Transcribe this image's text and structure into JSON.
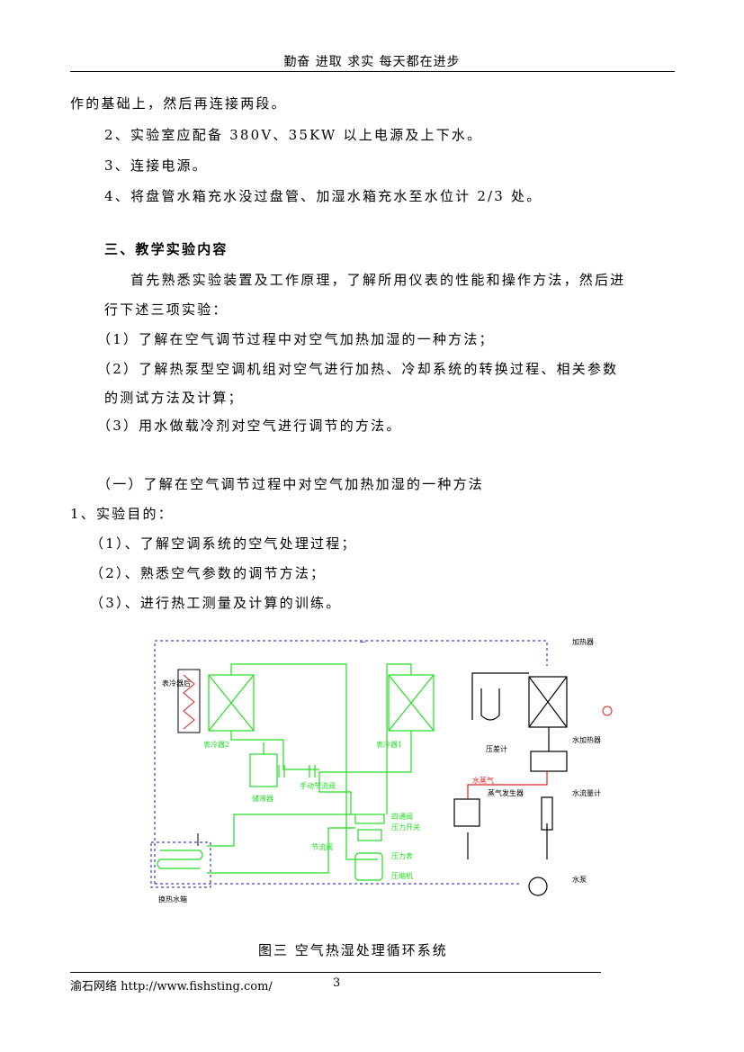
{
  "header": {
    "motto": "勤奋  进取  求实  每天都在进步"
  },
  "body_lines": [
    "作的基础上，然后再连接两段。",
    "2、实验室应配备 380V、35KW 以上电源及上下水。",
    "3、连接电源。",
    "4、将盘管水箱充水没过盘管、加湿水箱充水至水位计 2/3 处。"
  ],
  "section3": {
    "heading": "三、教学实验内容",
    "intro_line1": "首先熟悉实验装置及工作原理，了解所用仪表的性能和操作方法，然后进",
    "intro_line2": "行下述三项实验：",
    "item1": "（1）了解在空气调节过程中对空气加热加湿的一种方法；",
    "item2_line1": "（2）了解热泵型空调机组对空气进行加热、冷却系统的转换过程、相关参数",
    "item2_line2": "的测试方法及计算；",
    "item3": "（3）用水做载冷剂对空气进行调节的方法。"
  },
  "subsection": {
    "title": "（一）了解在空气调节过程中对空气加热加湿的一种方法",
    "purpose_heading": "1、实验目的：",
    "purposes": [
      "（1）、了解空调系统的空气处理过程；",
      "（2）、熟悉空气参数的调节方法；",
      "（3）、进行热工测量及计算的训练。"
    ]
  },
  "diagram": {
    "labels": {
      "heater": "加热器",
      "post_cooler": "表冷器后",
      "cooler2": "表冷器2",
      "cooler1": "表冷器1",
      "diff_pressure": "压差计",
      "water_heater": "水加热器",
      "steam": "水蒸气",
      "steam_generator": "蒸气发生器",
      "flowmeter": "水流量计",
      "pump": "水泵",
      "receiver": "储液器",
      "manual_valve": "手动节流阀",
      "four_way": "四通阀",
      "pressure_switch": "压力开关",
      "throttle": "节流阀",
      "gauge": "压力表",
      "compressor": "压缩机",
      "tank": "换热水箱"
    },
    "colors": {
      "refrigerant": "#22dd22",
      "steam": "#e02020",
      "air": "#1a1aaa",
      "water": "#1a1aaa"
    }
  },
  "figure_caption": "图三   空气热湿处理循环系统",
  "footer": {
    "site": "渝石网络  http://www.fishsting.com/",
    "page": "3"
  }
}
